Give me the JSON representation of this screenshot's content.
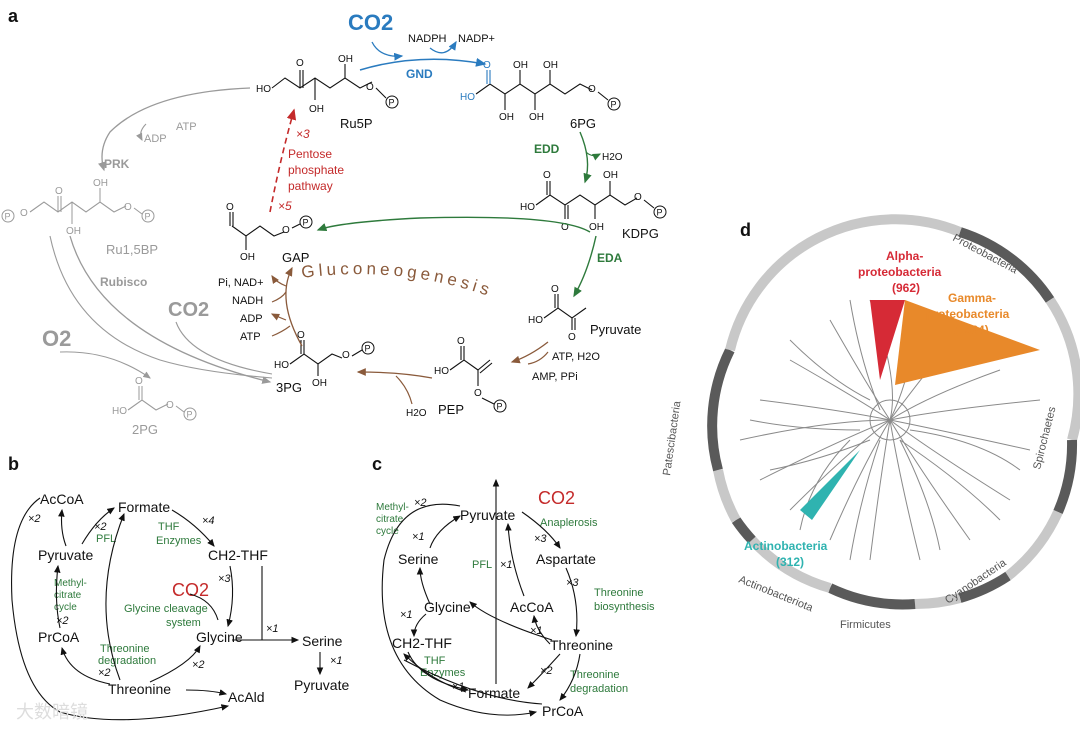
{
  "panels": {
    "a": "a",
    "b": "b",
    "c": "c",
    "d": "d"
  },
  "panel_a": {
    "co2_top": "CO2",
    "nadph": "NADPH",
    "nadp": "NADP+",
    "gnd": "GND",
    "ru5p": "Ru5P",
    "pg6": "6PG",
    "edd": "EDD",
    "h2o": "H2O",
    "kdpg": "KDPG",
    "eda": "EDA",
    "pyruvate": "Pyruvate",
    "atp_h2o": "ATP, H2O",
    "amp_ppi": "AMP, PPi",
    "pep": "PEP",
    "h2o_pep": "H2O",
    "pg3": "3PG",
    "gap": "GAP",
    "gluconeogenesis": "Gluconeogenesis",
    "pi_nad": "Pi, NAD+",
    "nadh": "NADH",
    "adp": "ADP",
    "atp": "ATP",
    "ppp_x3": "×3",
    "ppp_x5": "×5",
    "ppp_1": "Pentose",
    "ppp_2": "phosphate",
    "ppp_3": "pathway",
    "prk": "PRK",
    "adp_prk": "ADP",
    "atp_prk": "ATP",
    "ru15bp": "Ru1,5BP",
    "rubisco": "Rubisco",
    "co2_gray": "CO2",
    "o2": "O2",
    "pg2": "2PG",
    "ho": "HO",
    "oh": "OH",
    "o": "O",
    "p": "P"
  },
  "panel_b": {
    "accoa": "AcCoA",
    "formate": "Formate",
    "pyruvate": "Pyruvate",
    "pfl": "PFL",
    "thf_enzymes_1": "THF",
    "thf_enzymes_2": "Enzymes",
    "ch2thf": "CH2-THF",
    "co2": "CO2",
    "gly_cleav_1": "Glycine cleavage",
    "gly_cleav_2": "system",
    "mcc_1": "Methyl-",
    "mcc_2": "citrate",
    "mcc_3": "cycle",
    "prcoa": "PrCoA",
    "glycine": "Glycine",
    "serine": "Serine",
    "pyruvate2": "Pyruvate",
    "thr_deg_1": "Threonine",
    "thr_deg_2": "degradation",
    "threonine": "Threonine",
    "acald": "AcAld",
    "x2a": "×2",
    "x2b": "×2",
    "x4": "×4",
    "x3": "×3",
    "x2c": "×2",
    "x2d": "×2",
    "x1a": "×1",
    "x1b": "×1",
    "x2e": "×2"
  },
  "panel_c": {
    "pyruvate": "Pyruvate",
    "co2": "CO2",
    "anaplerosis": "Anaplerosis",
    "mcc_1": "Methyl-",
    "mcc_2": "citrate",
    "mcc_3": "cycle",
    "serine": "Serine",
    "aspartate": "Aspartate",
    "pfl": "PFL",
    "thr_bio_1": "Threonine",
    "thr_bio_2": "biosynthesis",
    "glycine": "Glycine",
    "accoa": "AcCoA",
    "ch2thf": "CH2-THF",
    "threonine": "Threonine",
    "thf_1": "THF",
    "thf_2": "Enzymes",
    "thr_deg_1": "Threonine",
    "thr_deg_2": "degradation",
    "formate": "Formate",
    "prcoa": "PrCoA",
    "x2a": "×2",
    "x1a": "×1",
    "x3a": "×3",
    "x1b": "×1",
    "x3b": "×3",
    "x1c": "×1",
    "x1d": "×1",
    "x1e": "×1",
    "x2b": "×2"
  },
  "panel_d": {
    "alpha_1": "Alpha-",
    "alpha_2": "proteobacteria",
    "alpha_n": "(962)",
    "gamma_1": "Gamma-",
    "gamma_2": "proteobacteria",
    "gamma_n": "(1684)",
    "actino_1": "Actinobacteria",
    "actino_n": "(312)",
    "proteobacteria": "Proteobacteria",
    "spirochaetes": "Spirochaetes",
    "cyanobacteria": "Cyanobacteria",
    "firmicutes": "Firmicutes",
    "actinobacteriota": "Actinobacteriota",
    "patescibacteria": "Patescibacteria",
    "colors": {
      "alpha": "#d62a36",
      "gamma": "#e8892a",
      "actino": "#2fb3b0",
      "ring_dark": "#5a5a5a",
      "ring_light": "#c8c8c8"
    }
  },
  "watermark": "大数暗镜"
}
